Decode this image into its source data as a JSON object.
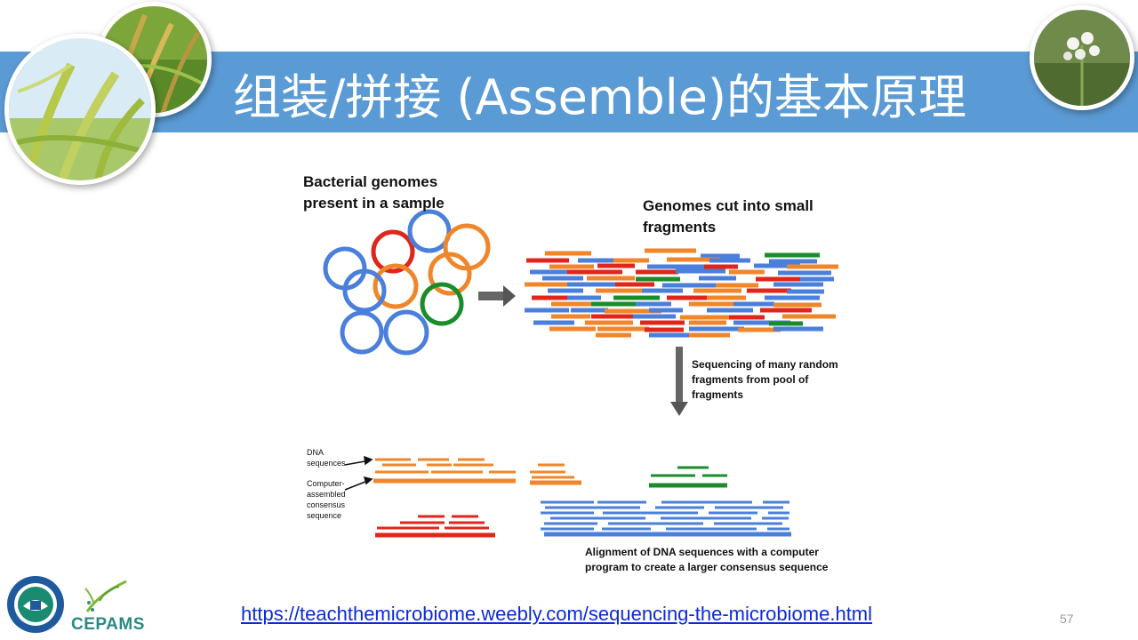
{
  "slide": {
    "title": "组装/拼接 (Assemble)的基本原理",
    "page_number": "57",
    "source_link": "https://teachthemicrobiome.weebly.com/sequencing-the-microbiome.html"
  },
  "logos": {
    "cepams": "CEPAMS"
  },
  "diagram": {
    "label_genomes_1": "Bacterial genomes",
    "label_genomes_2": "present in a sample",
    "label_cut_1": "Genomes cut into small",
    "label_cut_2": "fragments",
    "label_seq_1": "Sequencing of many random",
    "label_seq_2": "fragments from pool of",
    "label_seq_3": "fragments",
    "label_dna_1": "DNA",
    "label_dna_2": "sequences",
    "label_comp_1": "Computer-",
    "label_comp_2": "assembled",
    "label_comp_3": "consensus",
    "label_comp_4": "sequence",
    "label_align_1": "Alignment of DNA sequences with a computer",
    "label_align_2": "program to create a larger consensus sequence"
  },
  "colors": {
    "title_bar": "#5b9bd5",
    "blue": "#4a7fdc",
    "red": "#e0261b",
    "orange": "#f0862a",
    "green": "#1a8c2a",
    "link": "#0b2bd8"
  }
}
